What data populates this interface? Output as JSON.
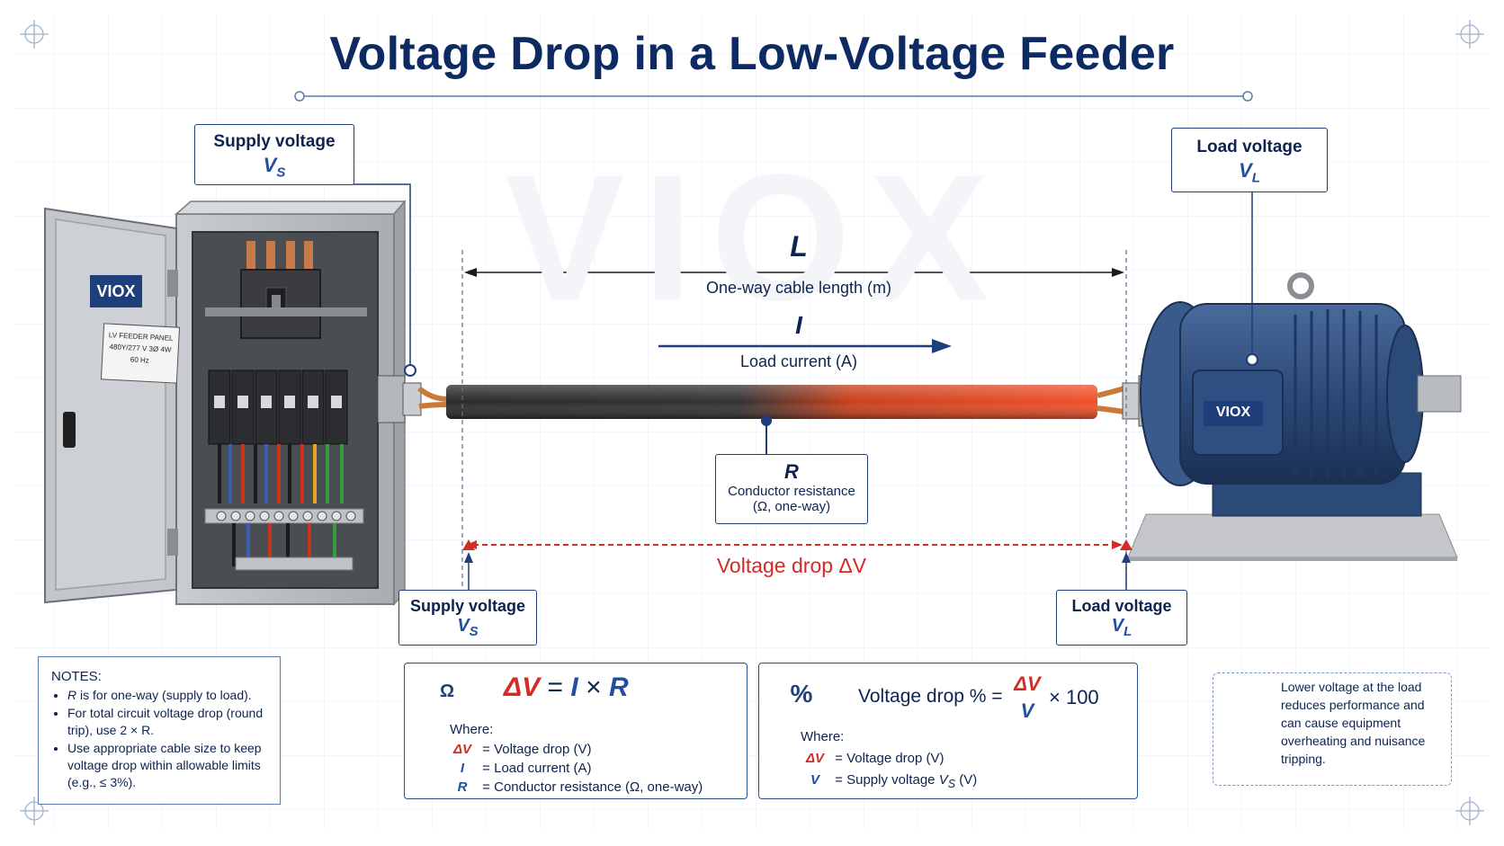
{
  "title": "Voltage Drop in a Low-Voltage Feeder",
  "watermark": "VIOX",
  "panel": {
    "brand": "VIOX",
    "plate_line1": "LV FEEDER PANEL",
    "plate_line2": "480Y/277 V  3Ø  4W",
    "plate_line3": "60 Hz"
  },
  "motor": {
    "brand": "VIOX"
  },
  "supply_top": {
    "label": "Supply voltage",
    "symbol": "V",
    "sub": "S"
  },
  "load_top": {
    "label": "Load voltage",
    "symbol": "V",
    "sub": "L"
  },
  "length": {
    "symbol": "L",
    "caption": "One-way cable length (m)"
  },
  "current": {
    "symbol": "I",
    "caption": "Load current (A)"
  },
  "resistance": {
    "symbol": "R",
    "line1": "Conductor resistance",
    "line2": "(Ω, one-way)"
  },
  "drop_label": "Voltage drop ΔV",
  "supply_bottom": {
    "label": "Supply voltage",
    "symbol": "V",
    "sub": "S"
  },
  "load_bottom": {
    "label": "Load voltage",
    "symbol": "V",
    "sub": "L"
  },
  "notes": {
    "heading": "NOTES:",
    "items": [
      [
        "R",
        " is for one-way (supply to load)."
      ],
      [
        "",
        "For total circuit voltage drop (round trip), use 2 × R."
      ],
      [
        "",
        "Use appropriate cable size to keep voltage drop within allowable limits (e.g., ≤ 3%)."
      ]
    ]
  },
  "formula1": {
    "lhs": "ΔV",
    "eq": "=",
    "i": "I",
    "times": "×",
    "r": "R",
    "where": "Where:",
    "defs": [
      {
        "sym": "ΔV",
        "text": "Voltage drop (V)"
      },
      {
        "sym": "I",
        "text": "Load current (A)"
      },
      {
        "sym": "R",
        "text": "Conductor resistance (Ω, one-way)"
      }
    ]
  },
  "formula2": {
    "lhs": "Voltage drop % =",
    "num": "ΔV",
    "den": "V",
    "mult": "× 100",
    "where": "Where:",
    "defs": [
      {
        "sym": "ΔV",
        "text": "Voltage drop (V)"
      },
      {
        "sym": "V",
        "text": "Supply voltage",
        "sub_sym": "V",
        "sub": "S",
        "unit": "(V)"
      }
    ]
  },
  "info": "Lower voltage at the load reduces performance and can cause equipment overheating and nuisance tripping.",
  "colors": {
    "navy": "#0d2a63",
    "red": "#d42b25",
    "blue": "#1f4f9e",
    "cable_red": "#e0401c",
    "motor": "#2c4a78"
  }
}
